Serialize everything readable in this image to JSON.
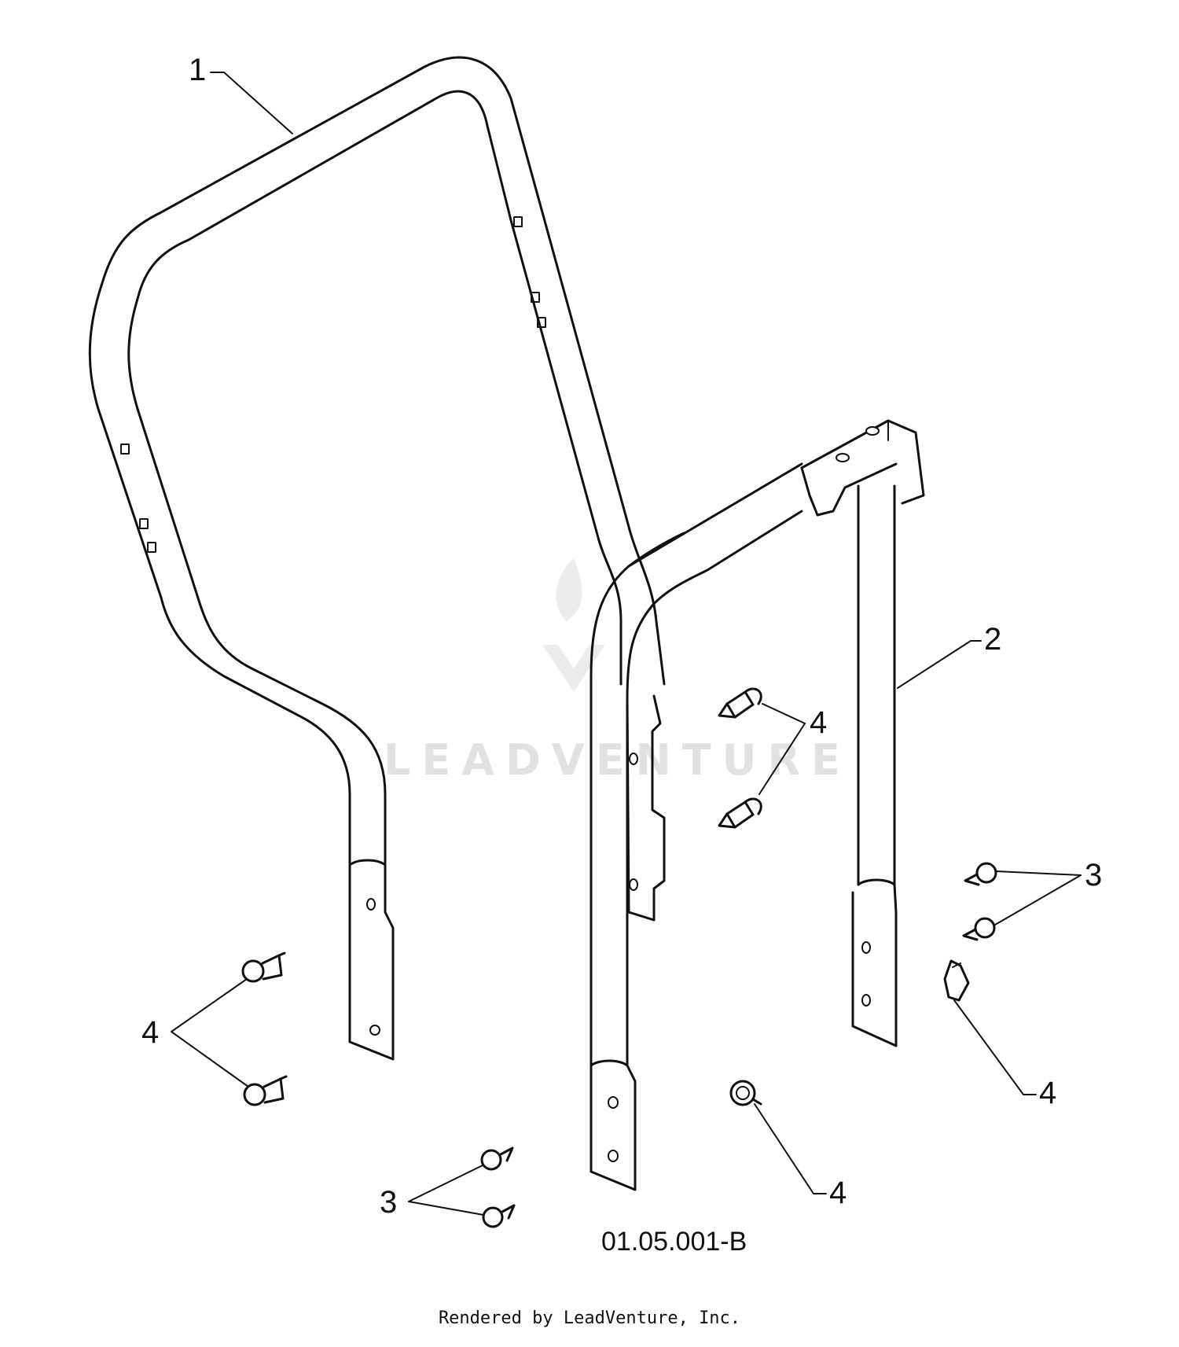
{
  "watermark": {
    "text": "LEADVENTURE"
  },
  "callouts": [
    {
      "id": "c1",
      "number": "1"
    },
    {
      "id": "c2",
      "number": "2"
    },
    {
      "id": "c3a",
      "number": "3"
    },
    {
      "id": "c3b",
      "number": "3"
    },
    {
      "id": "c4a",
      "number": "4"
    },
    {
      "id": "c4b",
      "number": "4"
    },
    {
      "id": "c4c",
      "number": "4"
    },
    {
      "id": "c4d",
      "number": "4"
    }
  ],
  "figure_id": "01.05.001-B",
  "footer": {
    "text": "Rendered by LeadVenture, Inc."
  },
  "colors": {
    "line": "#111111",
    "background": "#ffffff",
    "watermark": "#e2e2e2"
  }
}
